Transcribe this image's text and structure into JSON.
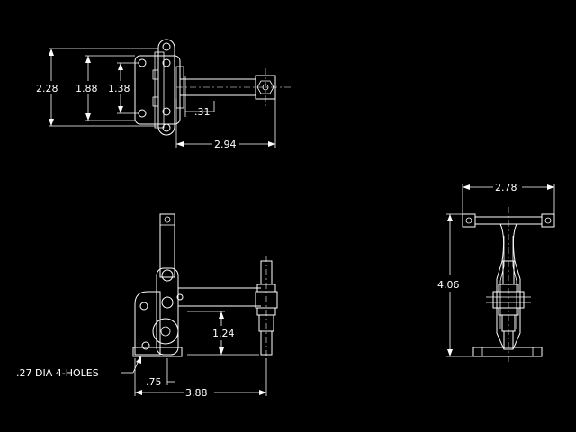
{
  "drawing": {
    "background": "#000000",
    "line_color": "#ffffff"
  },
  "top_view": {
    "dim_height_outer": "2.28",
    "dim_height_mid": "1.88",
    "dim_height_inner": "1.38",
    "dim_offset": ".31",
    "dim_length": "2.94"
  },
  "side_view": {
    "dim_height": "1.24",
    "hole_note": ".27 DIA 4-HOLES",
    "dim_base_offset": ".75",
    "dim_overall_length": "3.88"
  },
  "end_view": {
    "dim_width": "2.78",
    "dim_height": "4.06"
  }
}
